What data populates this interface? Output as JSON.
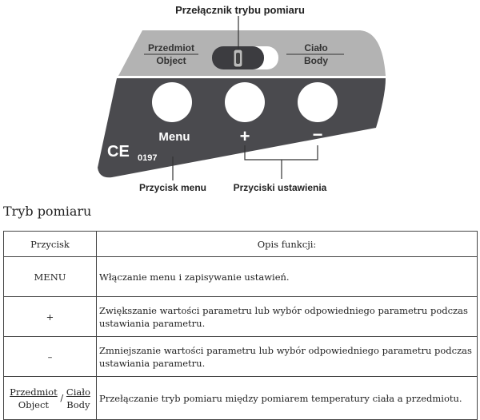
{
  "diagram": {
    "switch_label": "Przełącznik trybu pomiaru",
    "object_top": "Przedmiot",
    "object_bottom": "Object",
    "body_top": "Ciało",
    "body_bottom": "Body",
    "menu_label": "Menu",
    "plus_label": "+",
    "minus_label": "−",
    "ce_mark": "CE",
    "ce_number": "0197",
    "menu_callout": "Przycisk menu",
    "settings_callout": "Przyciski ustawienia"
  },
  "section_title": "Tryb pomiaru",
  "table": {
    "headers": [
      "Przycisk",
      "Opis funkcji:"
    ],
    "rows": [
      {
        "key": "MENU",
        "desc": "Włączanie menu i zapisywanie ustawień."
      },
      {
        "key": "+",
        "desc": "Zwiększanie wartości parametru lub wybór odpowiedniego parametru podczas ustawiania parametru."
      },
      {
        "key": "–",
        "desc": "Zmniejszanie wartości parametru lub wybór odpowiedniego parametru podczas ustawiania parametru."
      }
    ],
    "last_row": {
      "key_a_top": "Przedmiot",
      "key_a_bottom": "Object",
      "sep": "/",
      "key_b_top": "Ciało",
      "key_b_bottom": "Body",
      "desc": "Przełączanie tryb pomiaru między pomiarem temperatury ciała a przedmiotu."
    }
  }
}
